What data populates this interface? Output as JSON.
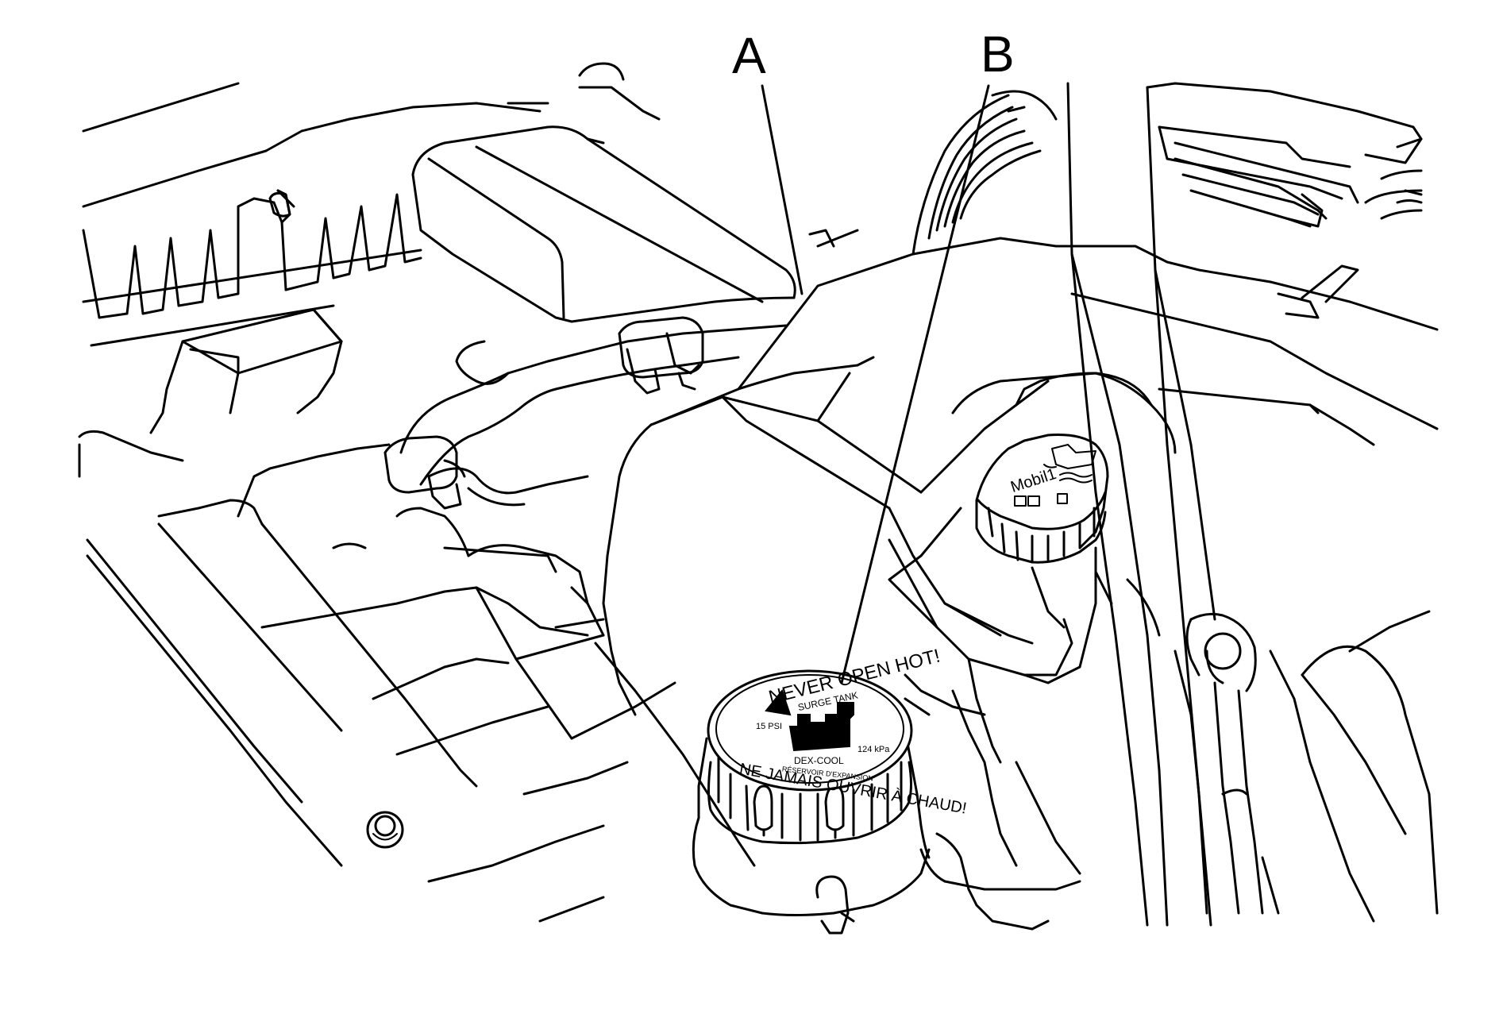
{
  "callouts": {
    "a": "A",
    "b": "B"
  },
  "surge_tank_cap": {
    "top_text": "NEVER OPEN HOT!",
    "subtitle": "SURGE TANK",
    "pressure_left": "15 PSI",
    "pressure_right": "124 kPa",
    "coolant": "DEX-COOL",
    "french_sub": "RÉSERVOIR D'EXPANSION",
    "bottom_text": "NE JAMAIS OUVRIR À CHAUD!"
  },
  "oil_cap": {
    "label": "Mobil1"
  }
}
